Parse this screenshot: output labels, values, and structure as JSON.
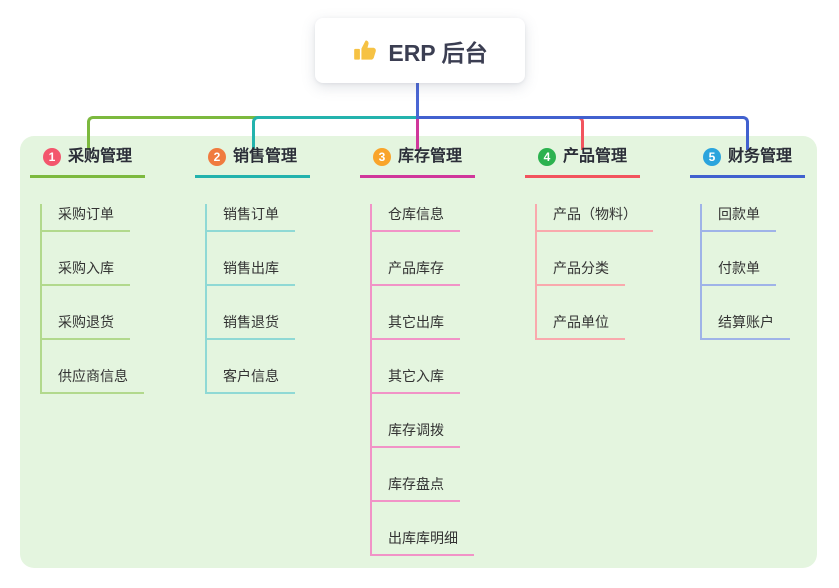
{
  "root": {
    "label": "ERP 后台",
    "icon": "thumbs-up-icon",
    "icon_color": "#f6c244",
    "stem_color": "#4a66d4"
  },
  "panel": {
    "background": "#e4f5df"
  },
  "branches": [
    {
      "index": "1",
      "label": "采购管理",
      "badge_color": "#f3566d",
      "line_color": "#7cb93e",
      "child_line_color": "#b2d98d",
      "children": [
        "采购订单",
        "采购入库",
        "采购退货",
        "供应商信息"
      ]
    },
    {
      "index": "2",
      "label": "销售管理",
      "badge_color": "#f07b3f",
      "line_color": "#23b3ad",
      "child_line_color": "#8fd9d5",
      "children": [
        "销售订单",
        "销售出库",
        "销售退货",
        "客户信息"
      ]
    },
    {
      "index": "3",
      "label": "库存管理",
      "badge_color": "#f9a42a",
      "line_color": "#d0379b",
      "child_line_color": "#f193c7",
      "children": [
        "仓库信息",
        "产品库存",
        "其它出库",
        "其它入库",
        "库存调拨",
        "库存盘点",
        "出库库明细"
      ]
    },
    {
      "index": "4",
      "label": "产品管理",
      "badge_color": "#2cb24f",
      "line_color": "#f2545e",
      "child_line_color": "#f9a9ad",
      "children": [
        "产品（物料）",
        "产品分类",
        "产品单位"
      ]
    },
    {
      "index": "5",
      "label": "财务管理",
      "badge_color": "#2aa4dd",
      "line_color": "#4161cf",
      "child_line_color": "#9fb3e8",
      "children": [
        "回款单",
        "付款单",
        "结算账户"
      ]
    }
  ]
}
